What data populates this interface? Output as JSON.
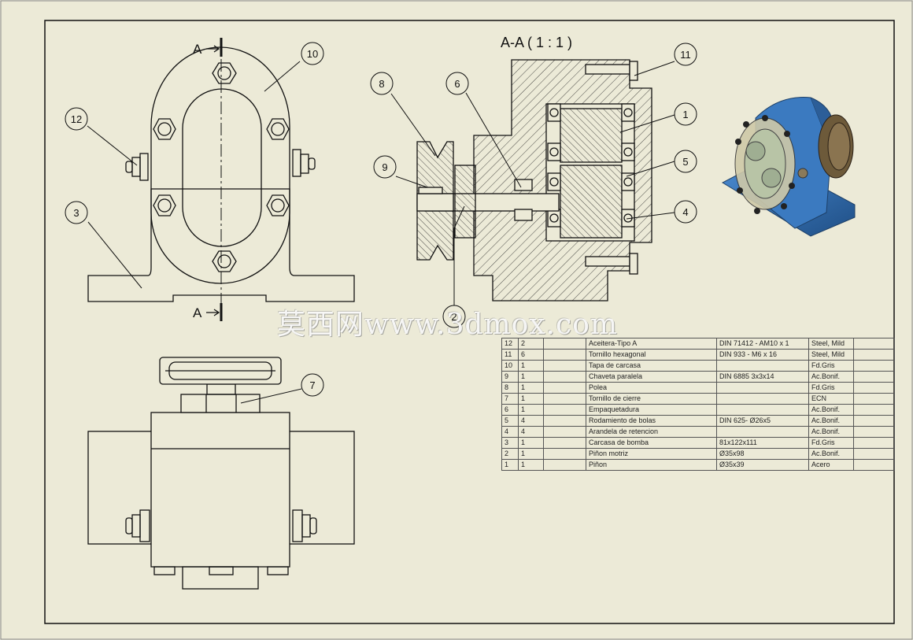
{
  "view_title": "A-A ( 1 : 1 )",
  "section_marker": "A",
  "balloons": [
    "1",
    "2",
    "3",
    "4",
    "5",
    "6",
    "7",
    "8",
    "9",
    "10",
    "11",
    "12"
  ],
  "watermark": "莫西网www.3dmox.com",
  "bom": [
    [
      "12",
      "2",
      "",
      "Aceitera-Tipo A",
      "DIN 71412 - AM10 x 1",
      "Steel, Mild",
      ""
    ],
    [
      "11",
      "6",
      "",
      "Tornillo hexagonal",
      "DIN 933 - M6  x 16",
      "Steel, Mild",
      ""
    ],
    [
      "10",
      "1",
      "",
      "Tapa de carcasa",
      "",
      "Fd.Gris",
      ""
    ],
    [
      "9",
      "1",
      "",
      "Chaveta paralela",
      "DIN 6885  3x3x14",
      "Ac.Bonif.",
      ""
    ],
    [
      "8",
      "1",
      "",
      "Polea",
      "",
      "Fd.Gris",
      ""
    ],
    [
      "7",
      "1",
      "",
      "Tornillo de cierre",
      "",
      "ECN",
      ""
    ],
    [
      "6",
      "1",
      "",
      "Empaquetadura",
      "",
      "Ac.Bonif.",
      ""
    ],
    [
      "5",
      "4",
      "",
      "Rodamiento de bolas",
      "DIN 625- Ø26x5",
      "Ac.Bonif.",
      ""
    ],
    [
      "4",
      "4",
      "",
      "Arandela de retencion",
      "",
      "Ac.Bonif.",
      ""
    ],
    [
      "3",
      "1",
      "",
      "Carcasa de bomba",
      "81x122x111",
      "Fd.Gris",
      ""
    ],
    [
      "2",
      "1",
      "",
      "Piñon motriz",
      "Ø35x98",
      "Ac.Bonif.",
      ""
    ],
    [
      "1",
      "1",
      "",
      "Piñon",
      "Ø35x39",
      "Acero",
      ""
    ]
  ],
  "colors": {
    "paper": "#ecead7",
    "line": "#111111",
    "model": "#2f6fb0"
  }
}
